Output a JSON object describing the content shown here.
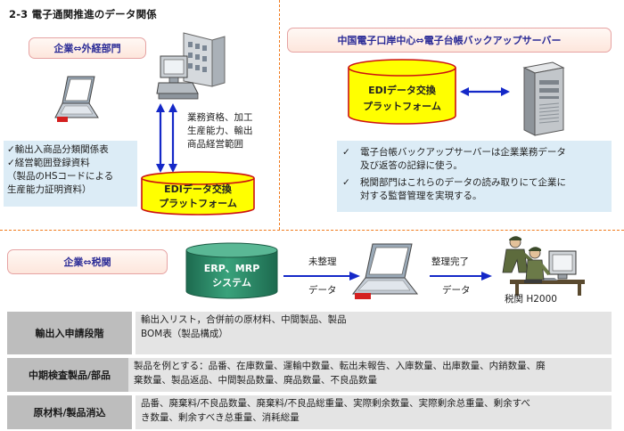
{
  "title": "2-3 電子通関推進のデータ関係",
  "panel_enterprise_external": {
    "pill": "企業⇔外経部門",
    "side_note": [
      "業務資格、加工",
      "生産能力、輸出",
      "商品経営範囲"
    ],
    "list": [
      "✓輸出入商品分類関係表",
      "✓経営範囲登録資料",
      "（製品のHSコードによる",
      "生産能力証明資料）"
    ],
    "cylinder": [
      "EDIデータ交換",
      "プラットフォーム"
    ]
  },
  "panel_backup": {
    "pill": "中国電子口岸中心⇔電子台帳バックアップサーバー",
    "cylinder": [
      "EDIデータ交換",
      "プラットフォーム"
    ],
    "notes": [
      {
        "mark": "✓",
        "lines": [
          "電子台帳バックアップサーバーは企業業務データ",
          "及び返答の記録に使う。"
        ]
      },
      {
        "mark": "✓",
        "lines": [
          "税関部門はこれらのデータの読み取りにて企業に",
          "対する監督管理を実現する。"
        ]
      }
    ]
  },
  "panel_customs": {
    "pill": "企業⇔税関",
    "cylinder": [
      "ERP、MRP",
      "システム"
    ],
    "arrow1_top": "未整理",
    "arrow1_bottom": "データ",
    "arrow2_top": "整理完了",
    "arrow2_bottom": "データ",
    "customs_label": "税関 H2000"
  },
  "table": [
    {
      "label": "輸出入申請段階",
      "lines": [
        "輸出入リスト，合併前の原材料、中間製品、製品",
        "BOM表（製品構成）"
      ]
    },
    {
      "label": "中期検査製品/部品",
      "lines": [
        "製品を例とする：品番、在庫数量、運輸中数量、転出未報告、入庫数量、出庫数量、内銷数量、廃",
        "棄数量、製品返品、中間製品数量、廃品数量、不良品数量"
      ]
    },
    {
      "label": "原材料/製品消込",
      "lines": [
        "品番、廃棄料/不良品数量、廃棄料/不良品総重量、実際剰余数量、実際剰余总重量、剰余すべ",
        "き数量、剰余すべき总重量、消耗総量"
      ]
    }
  ],
  "colors": {
    "dashed_divider": "#f07a1c",
    "pill_border": "#e6a3a3",
    "pill_text": "#2a2a96",
    "cylinder_yellow": "#ffff00",
    "cylinder_green": "#2e8c6a",
    "arrow_blue": "#1428c8",
    "info_box": "#dcecf6",
    "row_label_bg": "#bdbdbd",
    "row_text_bg": "#e4e4e4"
  },
  "icons": [
    "laptop-icon",
    "office-computer-icon",
    "server-tower-icon",
    "customs-officers-icon"
  ]
}
